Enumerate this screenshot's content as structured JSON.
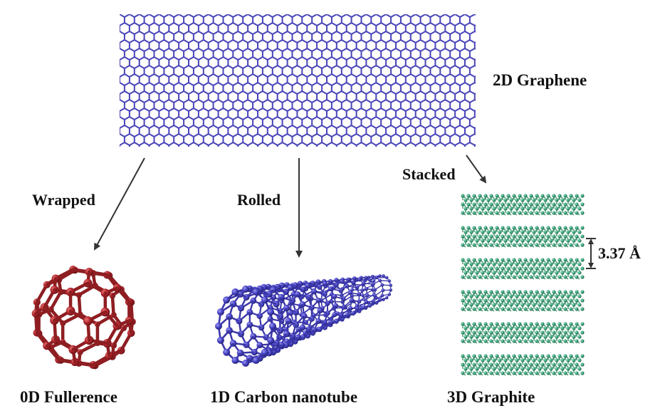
{
  "sources": {
    "graphene": {
      "label": "2D Graphene",
      "color": "#4a45b8"
    }
  },
  "transformations": [
    {
      "label": "Wrapped"
    },
    {
      "label": "Rolled"
    },
    {
      "label": "Stacked"
    }
  ],
  "products": {
    "fullerene": {
      "label": "0D Fullerence",
      "color": "#b3282d"
    },
    "nanotube": {
      "label": "1D Carbon nanotube",
      "color": "#4a45c8"
    },
    "graphite": {
      "label": "3D Graphite",
      "color": "#3aa37a",
      "layer_count": 6,
      "spacing_label": "3.37 Å"
    }
  },
  "arrow_color": "#333333"
}
